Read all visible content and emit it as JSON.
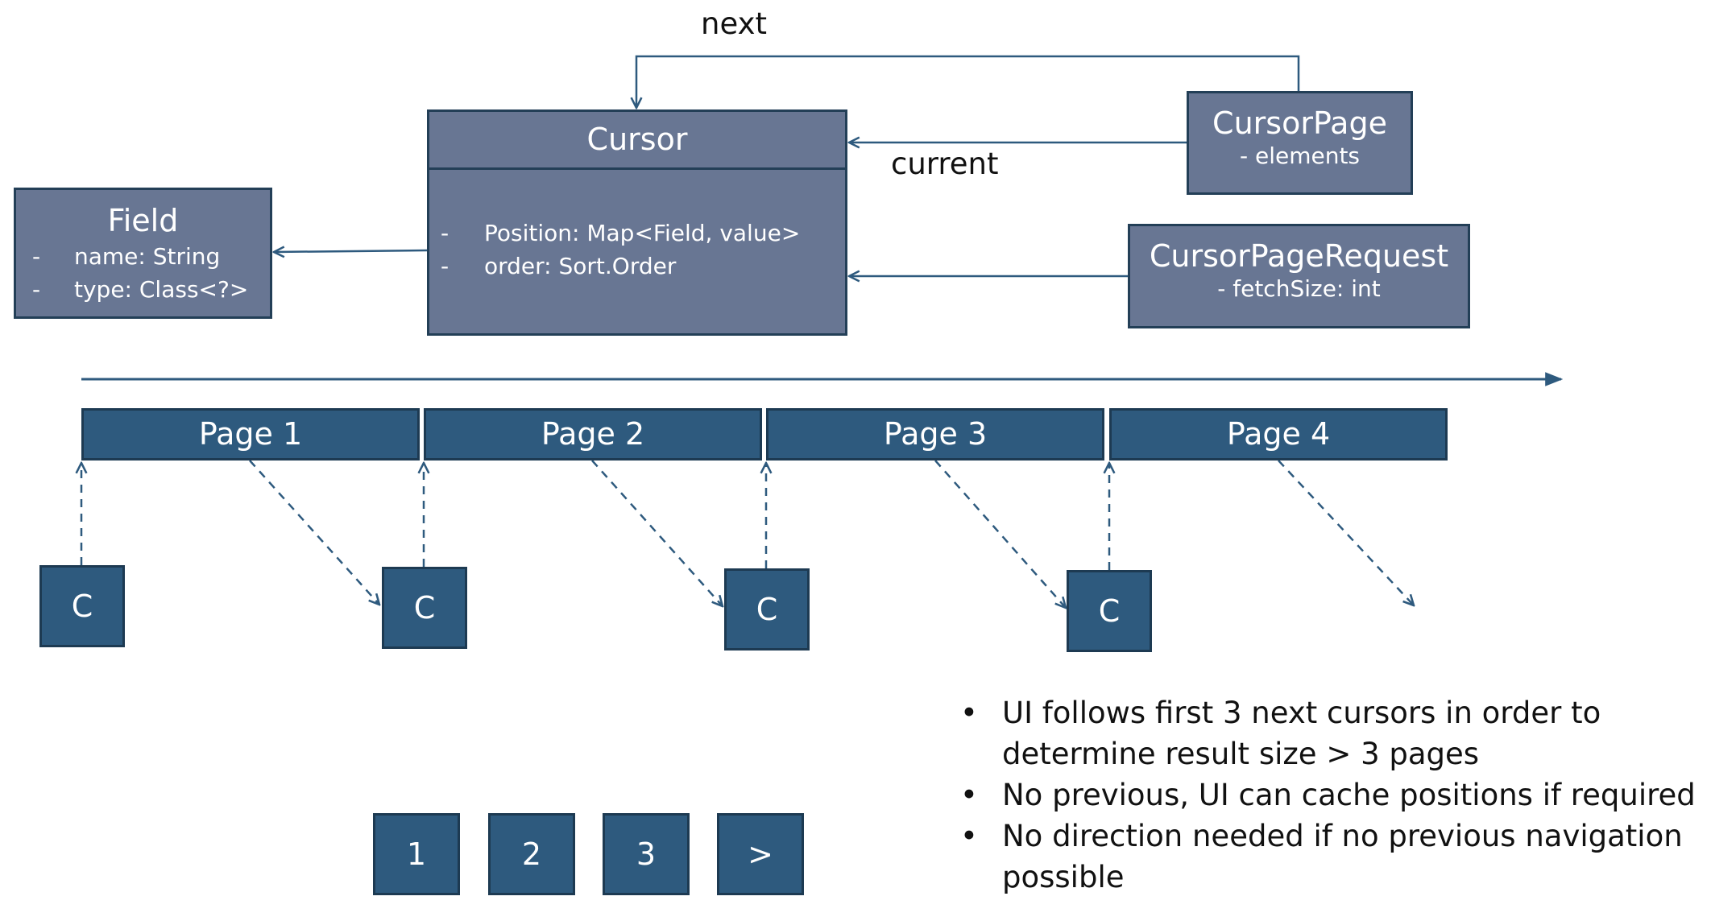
{
  "labels": {
    "next": "next",
    "current": "current"
  },
  "field": {
    "title": "Field",
    "attributes": [
      {
        "dash": "-",
        "text": "name: String"
      },
      {
        "dash": "-",
        "text": "type: Class<?>"
      }
    ]
  },
  "cursor": {
    "title": "Cursor",
    "attributes": [
      {
        "dash": "-",
        "text": "Position: Map<Field, value>"
      },
      {
        "dash": "-",
        "text": "order: Sort.Order"
      }
    ]
  },
  "cursor_page": {
    "title": "CursorPage",
    "attribute": "- elements"
  },
  "cursor_page_request": {
    "title": "CursorPageRequest",
    "attribute": "- fetchSize: int"
  },
  "pages": [
    "Page 1",
    "Page 2",
    "Page 3",
    "Page 4"
  ],
  "cursor_markers": [
    "C",
    "C",
    "C",
    "C"
  ],
  "pagination_buttons": [
    "1",
    "2",
    "3",
    ">"
  ],
  "notes": {
    "bullet": "•",
    "items": [
      "UI follows first 3 next cursors in order to determine result size > 3 pages",
      "No previous, UI can cache positions if required",
      "No direction needed if no previous navigation possible"
    ]
  },
  "colors": {
    "class_box": "#687693",
    "page_box": "#2e5a7e",
    "outline": "#233f57",
    "connector": "#2e5a7e"
  }
}
